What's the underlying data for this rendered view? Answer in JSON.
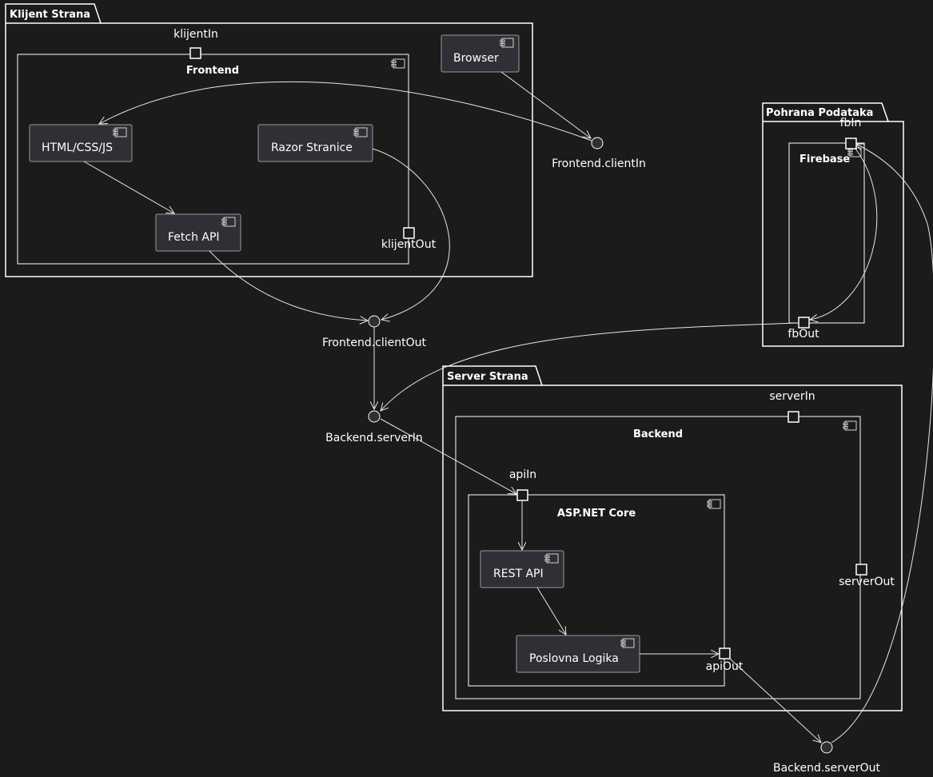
{
  "packages": {
    "klijent": "Klijent Strana",
    "pohrana": "Pohrana Podataka",
    "server": "Server Strana"
  },
  "components": {
    "frontend": "Frontend",
    "firebase": "Firebase",
    "backend": "Backend",
    "aspnet": "ASP.NET Core"
  },
  "nodes": {
    "browser": "Browser",
    "html": "HTML/CSS/JS",
    "razor": "Razor Stranice",
    "fetch": "Fetch API",
    "rest": "REST API",
    "logika": "Poslovna Logika"
  },
  "ports": {
    "klijentIn": "klijentIn",
    "klijentOut": "klijentOut",
    "fbIn": "fbIn",
    "fbOut": "fbOut",
    "serverIn": "serverIn",
    "serverOut": "serverOut",
    "apiIn": "apiIn",
    "apiOut": "apiOut"
  },
  "interfaces": {
    "frontendClientIn": "Frontend.clientIn",
    "frontendClientOut": "Frontend.clientOut",
    "backendServerIn": "Backend.serverIn",
    "backendServerOut": "Backend.serverOut"
  },
  "colors": {
    "background": "#1b1b1b",
    "node_fill": "#2f2f36",
    "line": "#ffffff"
  }
}
